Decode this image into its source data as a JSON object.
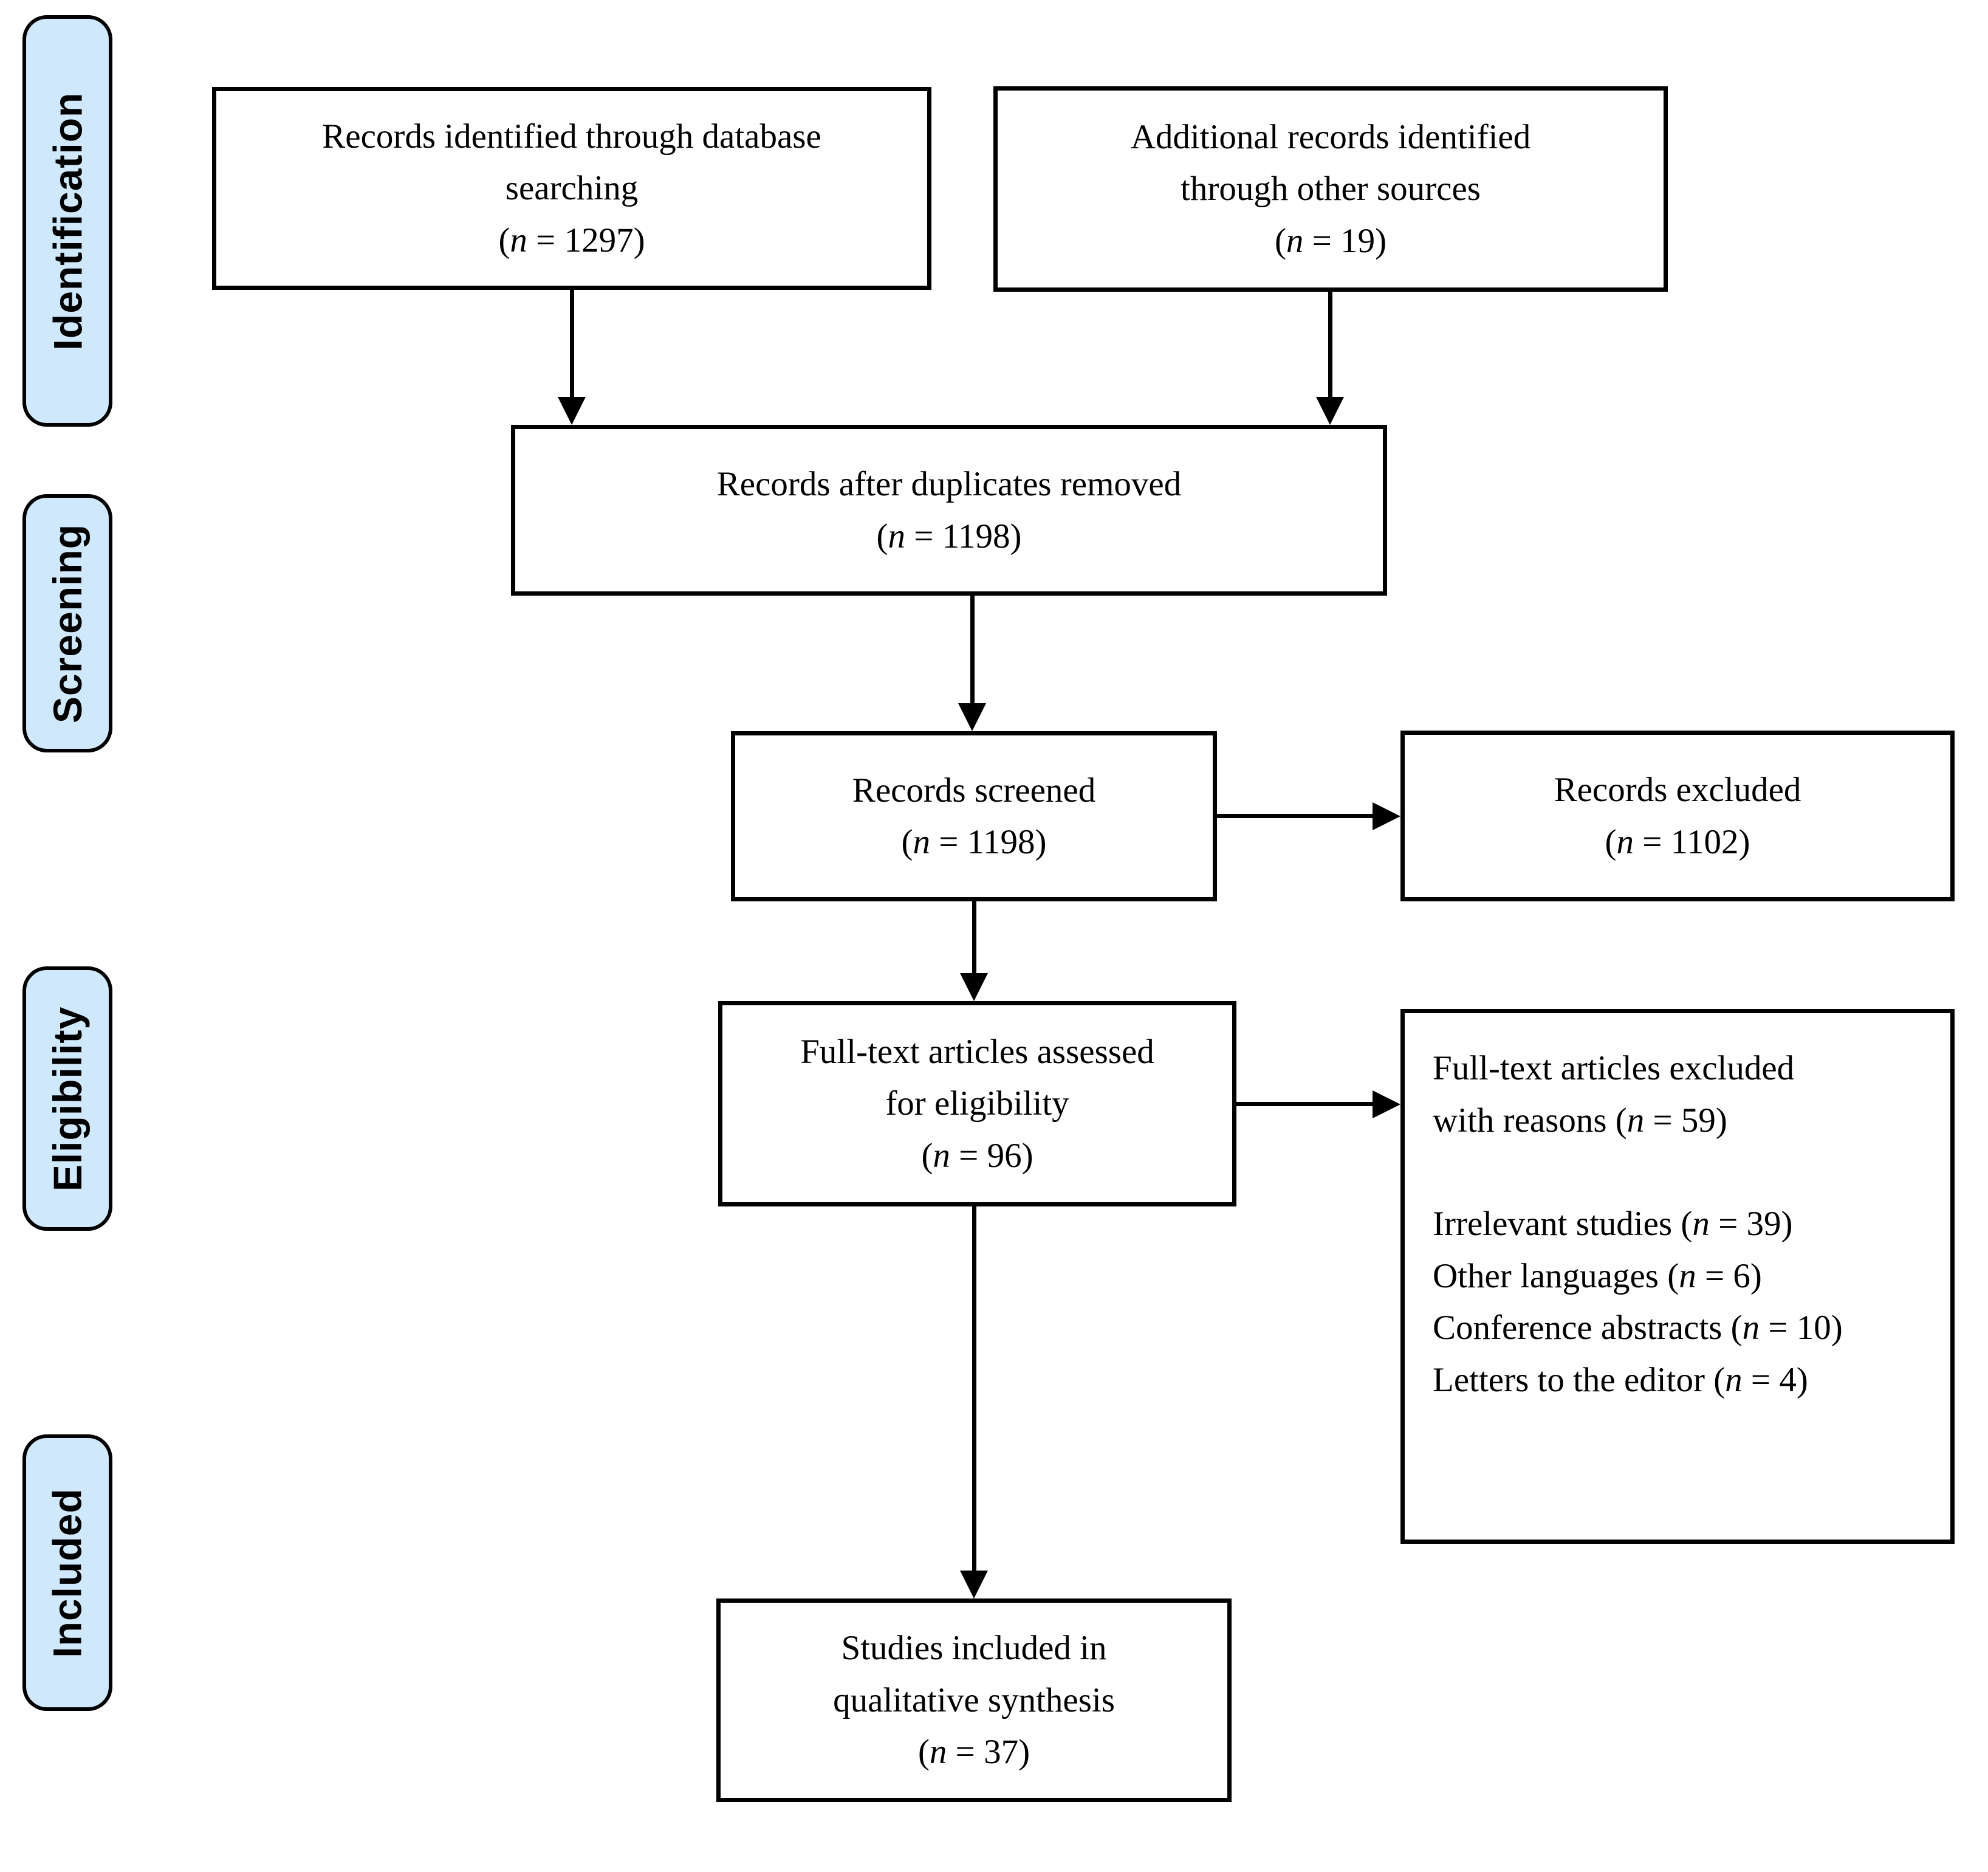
{
  "colors": {
    "stage_fill": "#cfe8fb",
    "stroke": "#000000",
    "box_fill": "#ffffff"
  },
  "n_format": {
    "open": "(",
    "var": "n",
    "eq": " = ",
    "close": ")"
  },
  "stages": [
    {
      "label": "Identification"
    },
    {
      "label": "Screening"
    },
    {
      "label": "Eligibility"
    },
    {
      "label": "Included"
    }
  ],
  "boxes": {
    "identified": {
      "lines": [
        "Records identified through database",
        "searching"
      ],
      "n": "1297"
    },
    "additional": {
      "lines": [
        "Additional records identified",
        "through other sources"
      ],
      "n": "19"
    },
    "deduplicated": {
      "lines": [
        "Records after duplicates removed"
      ],
      "n": "1198"
    },
    "screened": {
      "lines": [
        "Records screened"
      ],
      "n": "1198"
    },
    "records_excluded": {
      "lines": [
        "Records excluded"
      ],
      "n": "1102"
    },
    "fulltext_assessed": {
      "lines": [
        "Full-text articles assessed",
        "for eligibility"
      ],
      "n": "96"
    },
    "fulltext_excluded": {
      "line1": "Full-text articles excluded",
      "line2": "with reasons",
      "n": "59",
      "reasons": [
        {
          "label": "Irrelevant studies",
          "n": "39"
        },
        {
          "label": "Other languages",
          "n": "6"
        },
        {
          "label": "Conference abstracts",
          "n": "10"
        },
        {
          "label": "Letters to the editor",
          "n": "4"
        }
      ]
    },
    "included_qualitative": {
      "lines": [
        "Studies included in",
        "qualitative synthesis"
      ],
      "n": "37"
    }
  }
}
